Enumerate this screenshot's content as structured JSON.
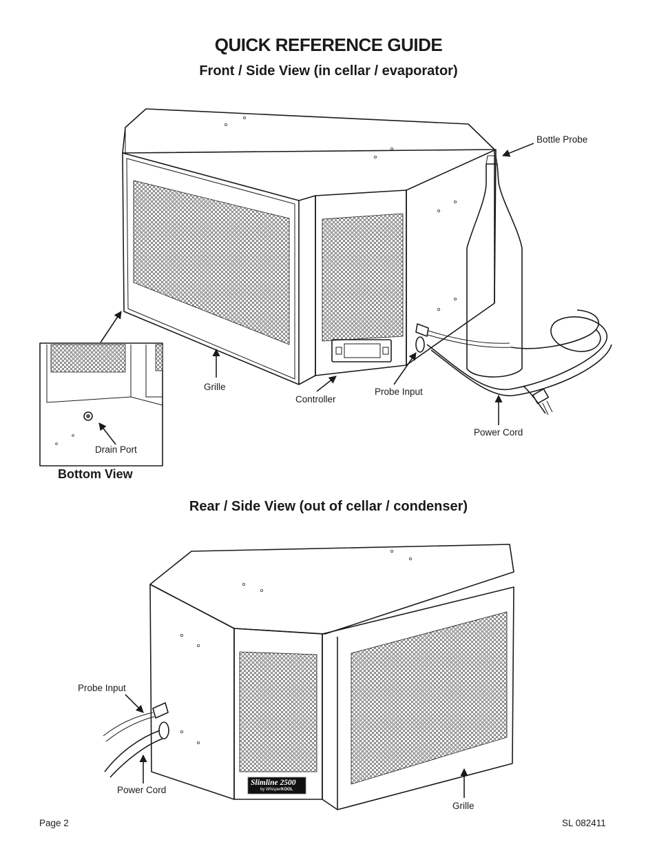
{
  "header": {
    "title": "QUICK REFERENCE GUIDE",
    "front_heading": "Front / Side View (in cellar / evaporator)",
    "rear_heading": "Rear / Side View (out of cellar / condenser)"
  },
  "front_view": {
    "labels": {
      "bottle_probe": "Bottle Probe",
      "grille": "Grille",
      "controller": "Controller",
      "probe_input": "Probe Input",
      "power_cord": "Power Cord"
    }
  },
  "bottom_view": {
    "caption": "Bottom View",
    "drain_port": "Drain Port"
  },
  "rear_view": {
    "labels": {
      "probe_input": "Probe Input",
      "power_cord": "Power Cord",
      "grille": "Grille"
    },
    "badge": {
      "model": "Slimline 2500",
      "by": "by",
      "brand_a": "Whisper",
      "brand_b": "KOOL"
    }
  },
  "footer": {
    "page": "Page 2",
    "code": "SL 082411"
  }
}
